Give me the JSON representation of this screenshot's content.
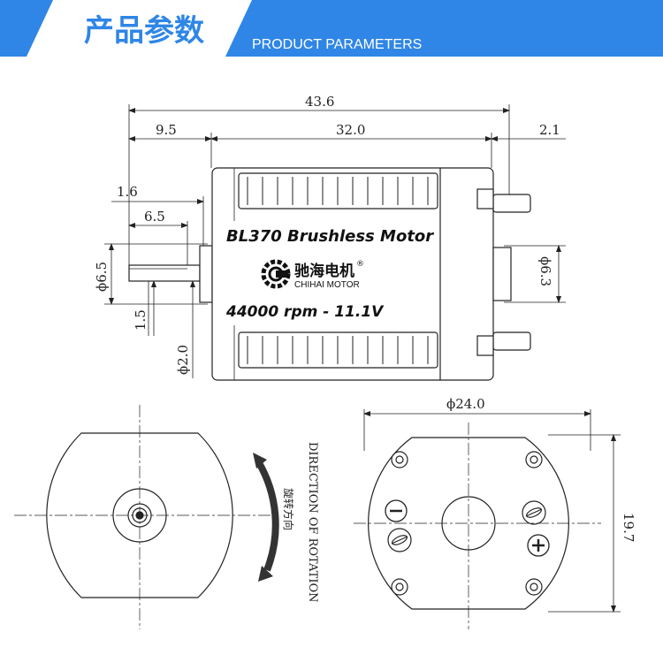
{
  "header": {
    "title_cn": "产品参数",
    "title_en": "PRODUCT PARAMETERS",
    "accent_color": "#2f86e6",
    "light_color": "#d8e7fb"
  },
  "motor_label": {
    "model": "BL370 Brushless Motor",
    "brand_cn": "驰海电机",
    "brand_en": "CHIHAI MOTOR",
    "spec": "44000 rpm - 11.1V",
    "registered_mark": "®"
  },
  "dimensions": {
    "overall_length": "43.6",
    "shaft_extension": "9.5",
    "body_length": "32.0",
    "rear_terminal": "2.1",
    "boss_length": "1.6",
    "shaft_flat": "6.5",
    "boss_diameter": "ϕ6.5",
    "flat_depth": "1.5",
    "shaft_diameter": "ϕ2.0",
    "rear_boss_diameter": "ϕ6.3",
    "body_diameter": "ϕ24.0",
    "body_height": "19.7"
  },
  "rotation": {
    "label_en": "DIRECTION OF ROTATION",
    "label_cn": "旋转方向"
  },
  "terminals": {
    "minus_icon": "minus-sign-icon",
    "plus_icon": "plus-sign-icon"
  }
}
